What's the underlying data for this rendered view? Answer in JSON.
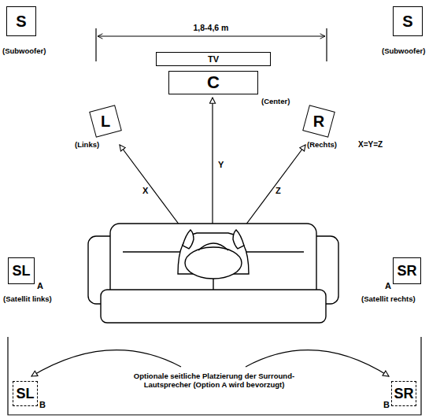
{
  "diagram": {
    "nodes": [
      {
        "text": [
          "S",
          "(Subwoofer)"
        ]
      },
      {
        "text": [
          "S",
          "(Subwoofer)"
        ]
      },
      {
        "text": [
          "TV"
        ]
      },
      {
        "text": [
          "C",
          "(Center)"
        ]
      },
      {
        "text": [
          "L",
          "(Links)"
        ]
      },
      {
        "text": [
          "R",
          "(Rechts)"
        ]
      },
      {
        "text": [
          "SL",
          "A",
          "(Satellit links)"
        ]
      },
      {
        "text": [
          "SR",
          "A",
          "(Satellit rechts)"
        ]
      },
      {
        "text": [
          "SL",
          "B"
        ]
      },
      {
        "text": [
          "SR",
          "B"
        ]
      }
    ],
    "labels": [
      "1,8-4,6 m",
      "X=Y=Z",
      "X",
      "Y",
      "Z",
      "Optionale seitliche Platzierung der Surround-Lautsprecher (Option A wird bevorzugt)"
    ]
  }
}
